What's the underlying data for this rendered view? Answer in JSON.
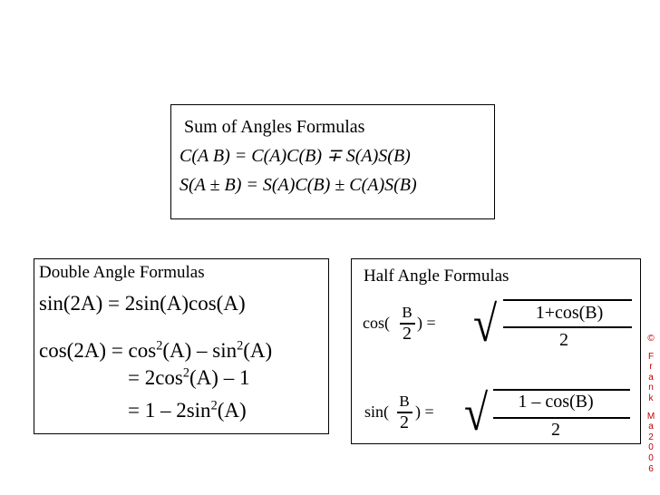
{
  "sum": {
    "title": "Sum of Angles Formulas",
    "line1": "C(A   B) = C(A)C(B) ∓ S(A)S(B)",
    "line2": "S(A ± B) = S(A)C(B) ± C(A)S(B)"
  },
  "double": {
    "title": "Double Angle Formulas",
    "sin_line": "sin(2A) = 2sin(A)cos(A)",
    "cos_line_a": "cos(2A) = cos",
    "cos_line_b": "(A) – sin",
    "cos_line_c": "(A)",
    "exp": "2",
    "alt1_a": "= 2cos",
    "alt1_b": "(A) – 1",
    "alt2_a": "= 1 – 2sin",
    "alt2_b": "(A)"
  },
  "half": {
    "title": "Half Angle Formulas",
    "cos_prefix": "cos(",
    "sin_prefix": "sin(",
    "arg_num": "B",
    "arg_den": "2",
    "suffix": ") =",
    "cos_numer": "1+cos(B)",
    "sin_numer": "1 – cos(B)",
    "denom": "2",
    "radical": "√"
  },
  "copyright": [
    "©",
    "F",
    "r",
    "a",
    "n",
    "k",
    "M",
    "a",
    "2",
    "0",
    "0",
    "6"
  ]
}
